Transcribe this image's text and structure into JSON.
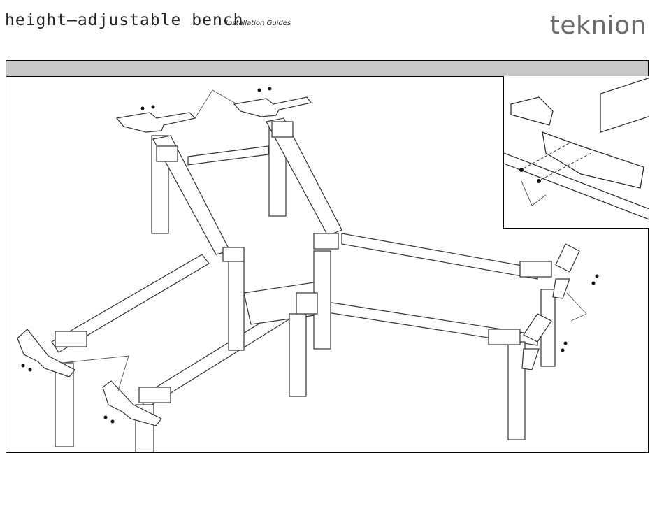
{
  "header": {
    "title": "height—adjustable bench",
    "subtitle": "Installation Guides",
    "brand": "teknion"
  },
  "figure": {
    "main_view": "bench-frame-assembly-drawing",
    "detail_view": "bracket-screw-detail-drawing"
  }
}
